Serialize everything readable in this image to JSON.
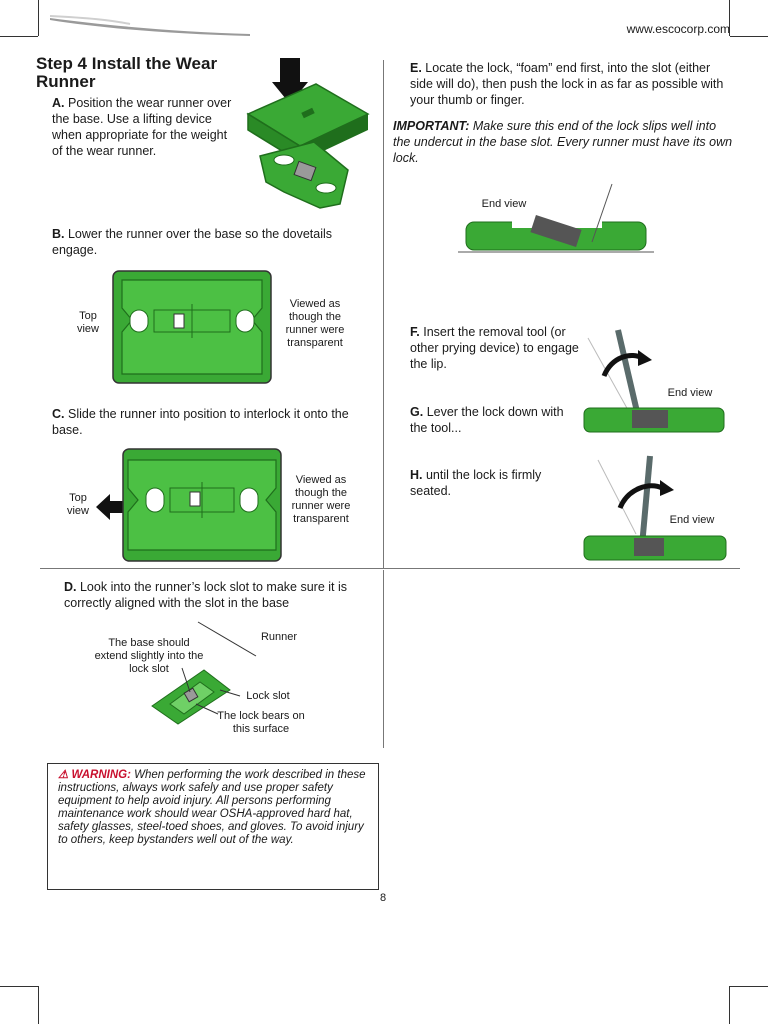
{
  "header": {
    "url": "www.escocorp.com"
  },
  "title": "Step 4  Install the Wear Runner",
  "steps": {
    "a": {
      "letter": "A.",
      "text": "Position the wear runner over the base. Use a lifting device when appropriate for the weight of the wear runner."
    },
    "b": {
      "letter": "B.",
      "text": "Lower the runner over the base so the dovetails engage."
    },
    "c": {
      "letter": "C.",
      "text": "Slide the runner into position to interlock it onto the base."
    },
    "d": {
      "letter": "D.",
      "text": "Look into the runner’s lock slot to make sure it is correctly aligned with the slot in the base"
    },
    "e": {
      "letter": "E.",
      "text": "Locate the lock, “foam” end first, into the slot (either side will do), then push the lock in as far as possible with your thumb or finger."
    },
    "f": {
      "letter": "F.",
      "text": "Insert the removal tool (or other prying device) to engage the lip."
    },
    "g": {
      "letter": "G.",
      "text": "Lever the lock down with the tool..."
    },
    "h": {
      "letter": "H.",
      "text": "until the lock is firmly seated."
    }
  },
  "important": {
    "label": "IMPORTANT:",
    "text": "Make sure this end of the lock slips well into the undercut in the base slot. Every runner must have its own lock."
  },
  "captions": {
    "top_view": "Top view",
    "viewed_as": "Viewed as though the runner were transparent",
    "end_view": "End view",
    "runner": "Runner",
    "base_extend": "The base should extend slightly into the lock slot",
    "lock_slot": "Lock slot",
    "lock_bears": "The lock bears on this surface"
  },
  "warning": {
    "label": "WARNING:",
    "text": "When performing the work described in these instructions, always work safely and use proper safety equipment to help avoid injury. All persons performing maintenance work should wear OSHA-approved hard hat, safety glasses, steel-toed shoes, and gloves. To avoid injury to others, keep bystanders well out of the way."
  },
  "page_number": "8",
  "colors": {
    "green": "#3aa935",
    "green_dark": "#1f6e1c",
    "grey": "#8a8a8a",
    "warning_red": "#c8102e"
  }
}
